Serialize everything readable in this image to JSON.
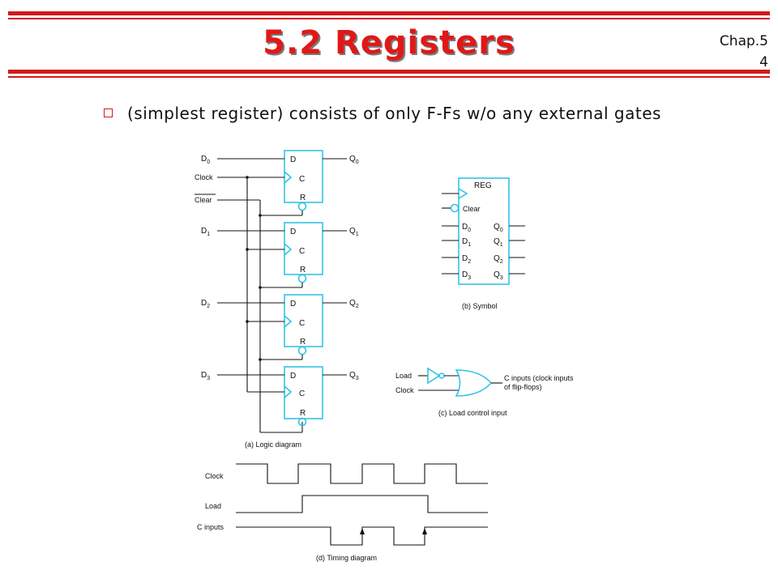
{
  "slide": {
    "title": "5.2 Registers",
    "chapter": "Chap.5",
    "page": "4",
    "bullet": "(simplest register) consists of only F-Fs w/o any external gates"
  },
  "logic_diagram": {
    "inputs": {
      "d0": "D",
      "d0_sub": "0",
      "clock": "Clock",
      "clear": "Clear",
      "d1": "D",
      "d1_sub": "1",
      "d2": "D",
      "d2_sub": "2",
      "d3": "D",
      "d3_sub": "3"
    },
    "outputs": {
      "q0": "Q",
      "q0_sub": "0",
      "q1": "Q",
      "q1_sub": "1",
      "q2": "Q",
      "q2_sub": "2",
      "q3": "Q",
      "q3_sub": "3"
    },
    "ff_pins": {
      "d": "D",
      "c": "C",
      "r": "R"
    },
    "caption": "(a) Logic diagram"
  },
  "symbol": {
    "name": "REG",
    "clear": "Clear",
    "d0": "D",
    "d0_sub": "0",
    "d1": "D",
    "d1_sub": "1",
    "d2": "D",
    "d2_sub": "2",
    "d3": "D",
    "d3_sub": "3",
    "q0": "Q",
    "q0_sub": "0",
    "q1": "Q",
    "q1_sub": "1",
    "q2": "Q",
    "q2_sub": "2",
    "q3": "Q",
    "q3_sub": "3",
    "caption": "(b) Symbol"
  },
  "load_control": {
    "load": "Load",
    "clock": "Clock",
    "out_line1": "C inputs (clock inputs",
    "out_line2": "of flip-flops)",
    "caption": "(c) Load control input"
  },
  "timing": {
    "clock": "Clock",
    "load": "Load",
    "c_inputs": "C inputs",
    "caption": "(d) Timing diagram"
  },
  "colors": {
    "title": "#e01818",
    "rule": "#d11a1a",
    "symbol": "#33c3e4",
    "bullet": "#d11a1a"
  }
}
